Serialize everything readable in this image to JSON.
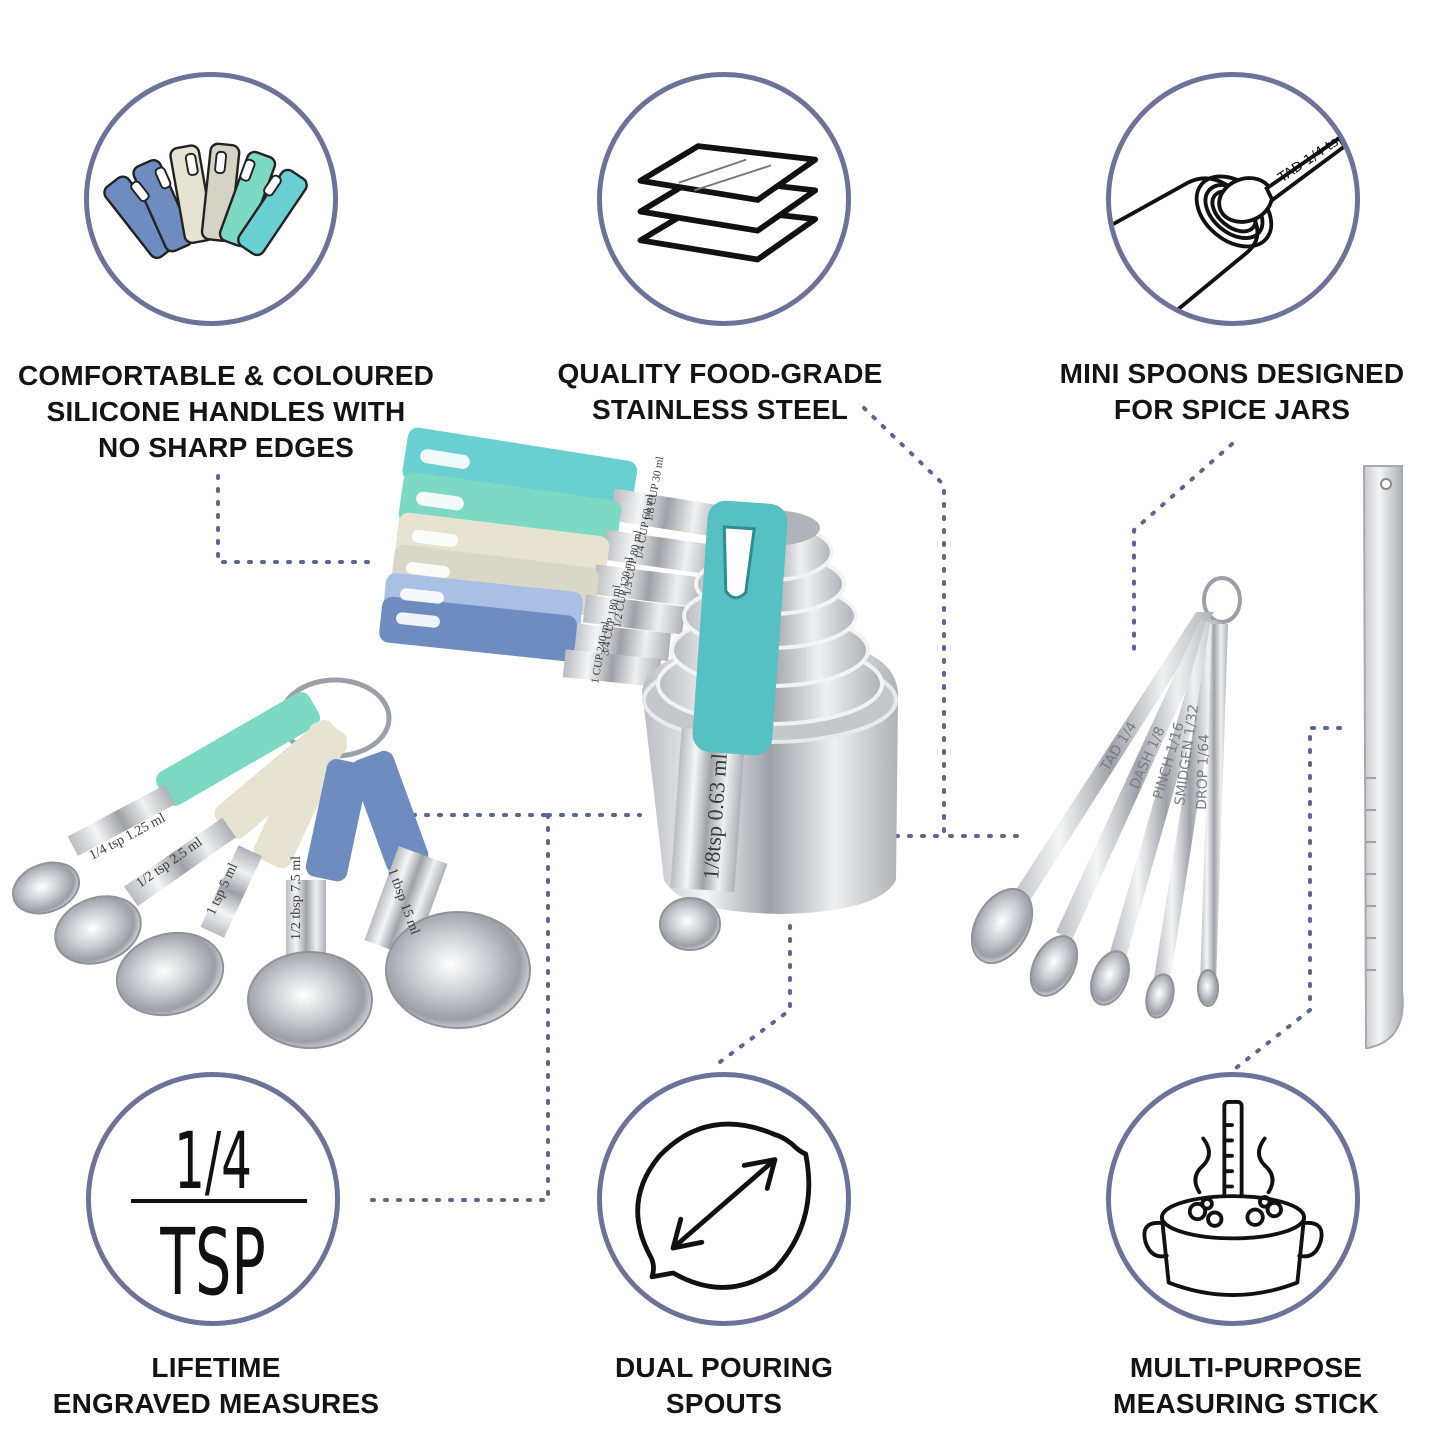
{
  "features": {
    "handles": {
      "lines": [
        "COMFORTABLE & COLOURED",
        "SILICONE HANDLES WITH",
        "NO SHARP EDGES"
      ],
      "icon": "silicone-handles-icon"
    },
    "steel": {
      "lines": [
        "QUALITY FOOD-GRADE",
        "STAINLESS STEEL"
      ],
      "icon": "stacked-sheets-icon"
    },
    "mini_spoons": {
      "lines": [
        "MINI SPOONS DESIGNED",
        "FOR SPICE JARS"
      ],
      "icon": "spice-jar-spoon-icon",
      "spoon_label": "TAD 1/4 tsp"
    },
    "engraved": {
      "lines": [
        "LIFETIME",
        "ENGRAVED MEASURES"
      ],
      "icon": "fraction-icon",
      "numerator": "1/4",
      "denominator": "TSP"
    },
    "spouts": {
      "lines": [
        "DUAL POURING",
        "SPOUTS"
      ],
      "icon": "pouring-spout-icon"
    },
    "stick": {
      "lines": [
        "MULTI-PURPOSE",
        "MEASURING STICK"
      ],
      "icon": "cooking-pot-icon"
    }
  },
  "product": {
    "cup_labels": [
      "1/8 CUP 30 ml",
      "1/4 CUP 60 ml",
      "1/3 CUP 80 ml",
      "1/2 CUP 120 ml",
      "3/4 CUP 180 ml",
      "1 CUP 240 ml"
    ],
    "front_handle_label": "1/8tsp 0.63 ml",
    "spoon_labels": [
      "1/4 tsp 1.25 ml",
      "1/2 tsp 2.5 ml",
      "1 tsp 5 ml",
      "1/2 tbsp 7.5 ml",
      "1 tbsp 15 ml"
    ],
    "mini_spoon_labels": [
      "TAD 1/4",
      "DASH 1/8",
      "PINCH 1/16",
      "SMIDGEN 1/32",
      "DROP 1/64"
    ]
  },
  "colors": {
    "circle_border": "#6d7398",
    "dots": "#5d6590",
    "blue_handle": "#6f8cc0",
    "light_blue_handle": "#a9bfe4",
    "cream_handle": "#e6e3d2",
    "mint_handle": "#7dd8c4",
    "teal_handle": "#57c0c2",
    "aqua_handle": "#69cfd0"
  }
}
